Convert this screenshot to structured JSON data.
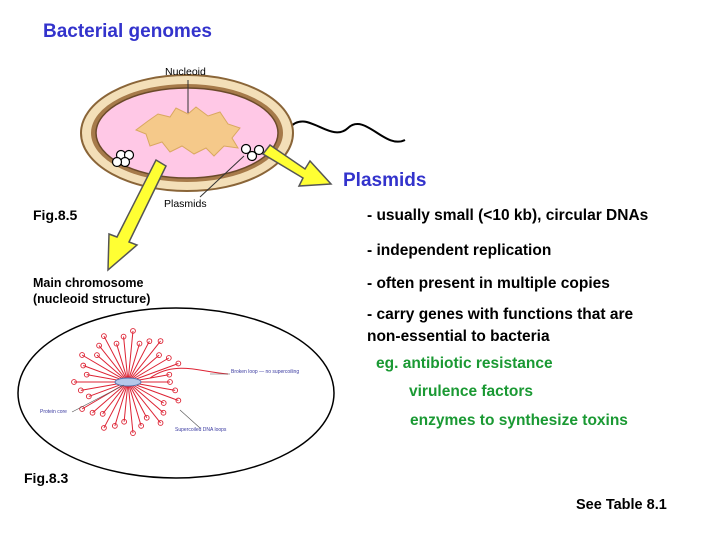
{
  "title": "Bacterial genomes",
  "figure_labels": {
    "nucleoid": "Nucleoid",
    "plasmids": "Plasmids",
    "fig_8_5": "Fig.8.5",
    "main_chromosome_line1": "Main chromosome",
    "main_chromosome_line2": "(nucleoid structure)",
    "fig_8_3": "Fig.8.3",
    "broken_loop": "Broken loop — no supercoiling",
    "protein_core": "Protein core",
    "supercoiled_loops": "Supercoiled DNA loops"
  },
  "plasmids_heading": "Plasmids",
  "bullets": [
    "- usually small (<10 kb), circular DNAs",
    "- independent replication",
    "- often present in multiple copies",
    "- carry genes with functions that are",
    "non-essential to bacteria"
  ],
  "examples": [
    "eg. antibiotic resistance",
    "virulence factors",
    "enzymes to synthesize toxins"
  ],
  "footer": "See Table 8.1",
  "colors": {
    "title": "#3333cc",
    "examples": "#1a9933",
    "arrow": "#ffff33",
    "cell_fill": "#ffc8e6",
    "cell_wall": "#a0784a",
    "nucleoid": "#f5c98a",
    "loops": "#dd2233"
  }
}
